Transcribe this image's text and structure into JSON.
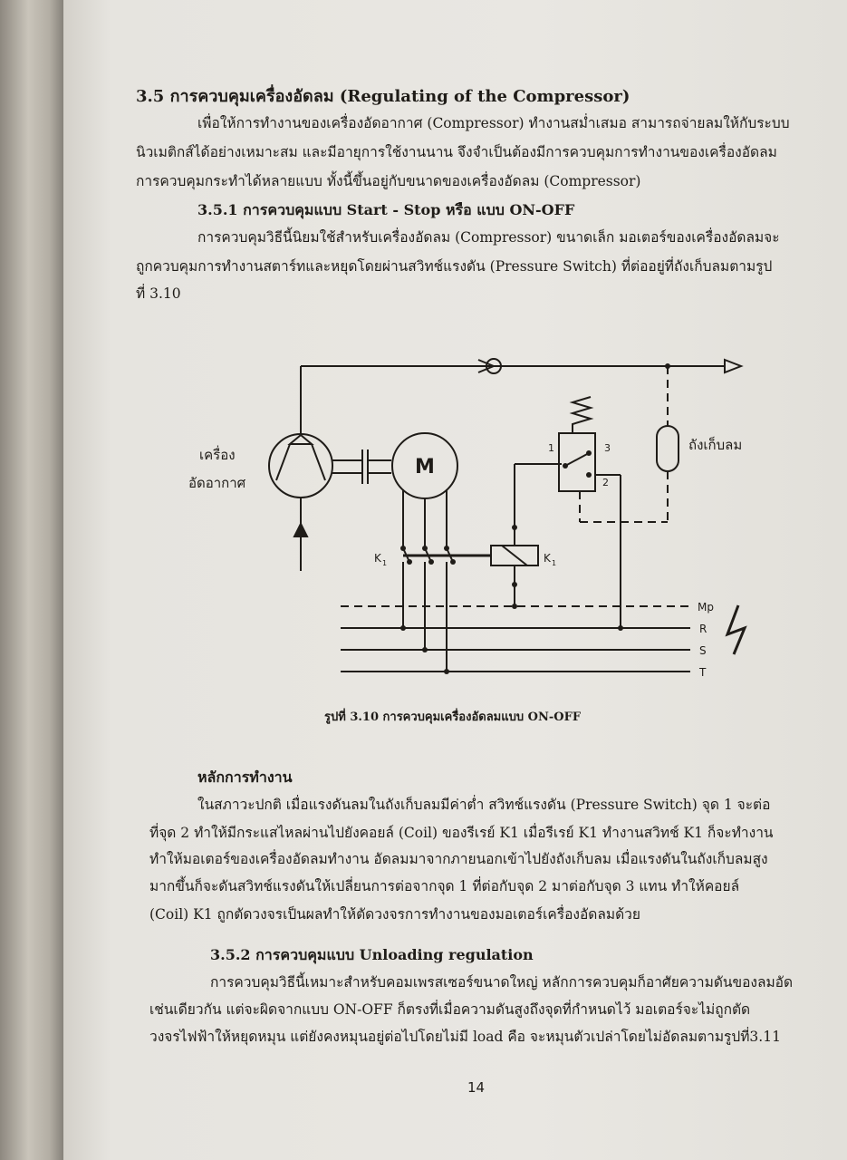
{
  "section_3_5": {
    "title": "3.5 การควบคุมเครื่องอัดลม (Regulating of the Compressor)",
    "para": [
      "เพื่อให้การทำงานของเครื่องอัดอากาศ (Compressor) ทำงานสม่ำเสมอ สามารถจ่ายลมให้กับระบบ",
      "นิวเมติกส์ได้อย่างเหมาะสม และมีอายุการใช้งานนาน จึงจำเป็นต้องมีการควบคุมการทำงานของเครื่องอัดลม",
      "การควบคุมกระทำได้หลายแบบ ทั้งนี้ขึ้นอยู่กับขนาดของเครื่องอัดลม (Compressor)"
    ]
  },
  "section_3_5_1": {
    "title": "3.5.1 การควบคุมแบบ Start - Stop หรือ แบบ ON-OFF",
    "para": [
      "การควบคุมวิธีนี้นิยมใช้สำหรับเครื่องอัดลม (Compressor) ขนาดเล็ก มอเตอร์ของเครื่องอัดลมจะ",
      "ถูกควบคุมการทำงานสตาร์ทและหยุดโดยผ่านสวิทช์แรงดัน (Pressure Switch) ที่ต่ออยู่ที่ถังเก็บลมตามรูป",
      "ที่ 3.10"
    ]
  },
  "figure": {
    "labels": {
      "compressor_line1": "เครื่อง",
      "compressor_line2": "อัดอากาศ",
      "tank": "ถังเก็บลม",
      "motor": "M",
      "k1_left": "K",
      "k1_right": "K",
      "k1_sub": "1",
      "switch_1": "1",
      "switch_2": "2",
      "switch_3": "3",
      "line_mp": "Mp",
      "line_r": "R",
      "line_s": "S",
      "line_t": "T"
    },
    "caption": "รูปที่ 3.10 การควบคุมเครื่องอัดลมแบบ ON-OFF"
  },
  "principle": {
    "heading": "หลักการทำงาน",
    "para": [
      "ในสภาวะปกติ เมื่อแรงดันลมในถังเก็บลมมีค่าต่ำ สวิทช์แรงดัน (Pressure Switch) จุด 1 จะต่อ",
      "ที่จุด 2 ทำให้มีกระแสไหลผ่านไปยังคอยล์ (Coil) ของรีเรย์ K1 เมื่อรีเรย์ K1 ทำงานสวิทช์ K1 ก็จะทำงาน",
      "ทำให้มอเตอร์ของเครื่องอัดลมทำงาน อัดลมมาจากภายนอกเข้าไปยังถังเก็บลม เมื่อแรงดันในถังเก็บลมสูง",
      "มากขึ้นก็จะดันสวิทช์แรงดันให้เปลี่ยนการต่อจากจุด 1 ที่ต่อกับจุด 2 มาต่อกับจุด 3 แทน ทำให้คอยล์",
      "(Coil) K1 ถูกตัดวงจรเป็นผลทำให้ตัดวงจรการทำงานของมอเตอร์เครื่องอัดลมด้วย"
    ]
  },
  "section_3_5_2": {
    "title": "3.5.2 การควบคุมแบบ Unloading regulation",
    "para": [
      "การควบคุมวิธีนี้เหมาะสำหรับคอมเพรสเซอร์ขนาดใหญ่ หลักการควบคุมก็อาศัยความดันของลมอัด",
      "เช่นเดียวกัน แต่จะผิดจากแบบ ON-OFF ก็ตรงที่เมื่อความดันสูงถึงจุดที่กำหนดไว้ มอเตอร์จะไม่ถูกตัด",
      "วงจรไฟฟ้าให้หยุดหมุน แต่ยังคงหมุนอยู่ต่อไปโดยไม่มี load คือ จะหมุนตัวเปล่าโดยไม่อัดลมตามรูปที่3.11"
    ]
  },
  "page_number": "14",
  "colors": {
    "paper": "#e8e6e1",
    "ink": "#1f1c18"
  }
}
